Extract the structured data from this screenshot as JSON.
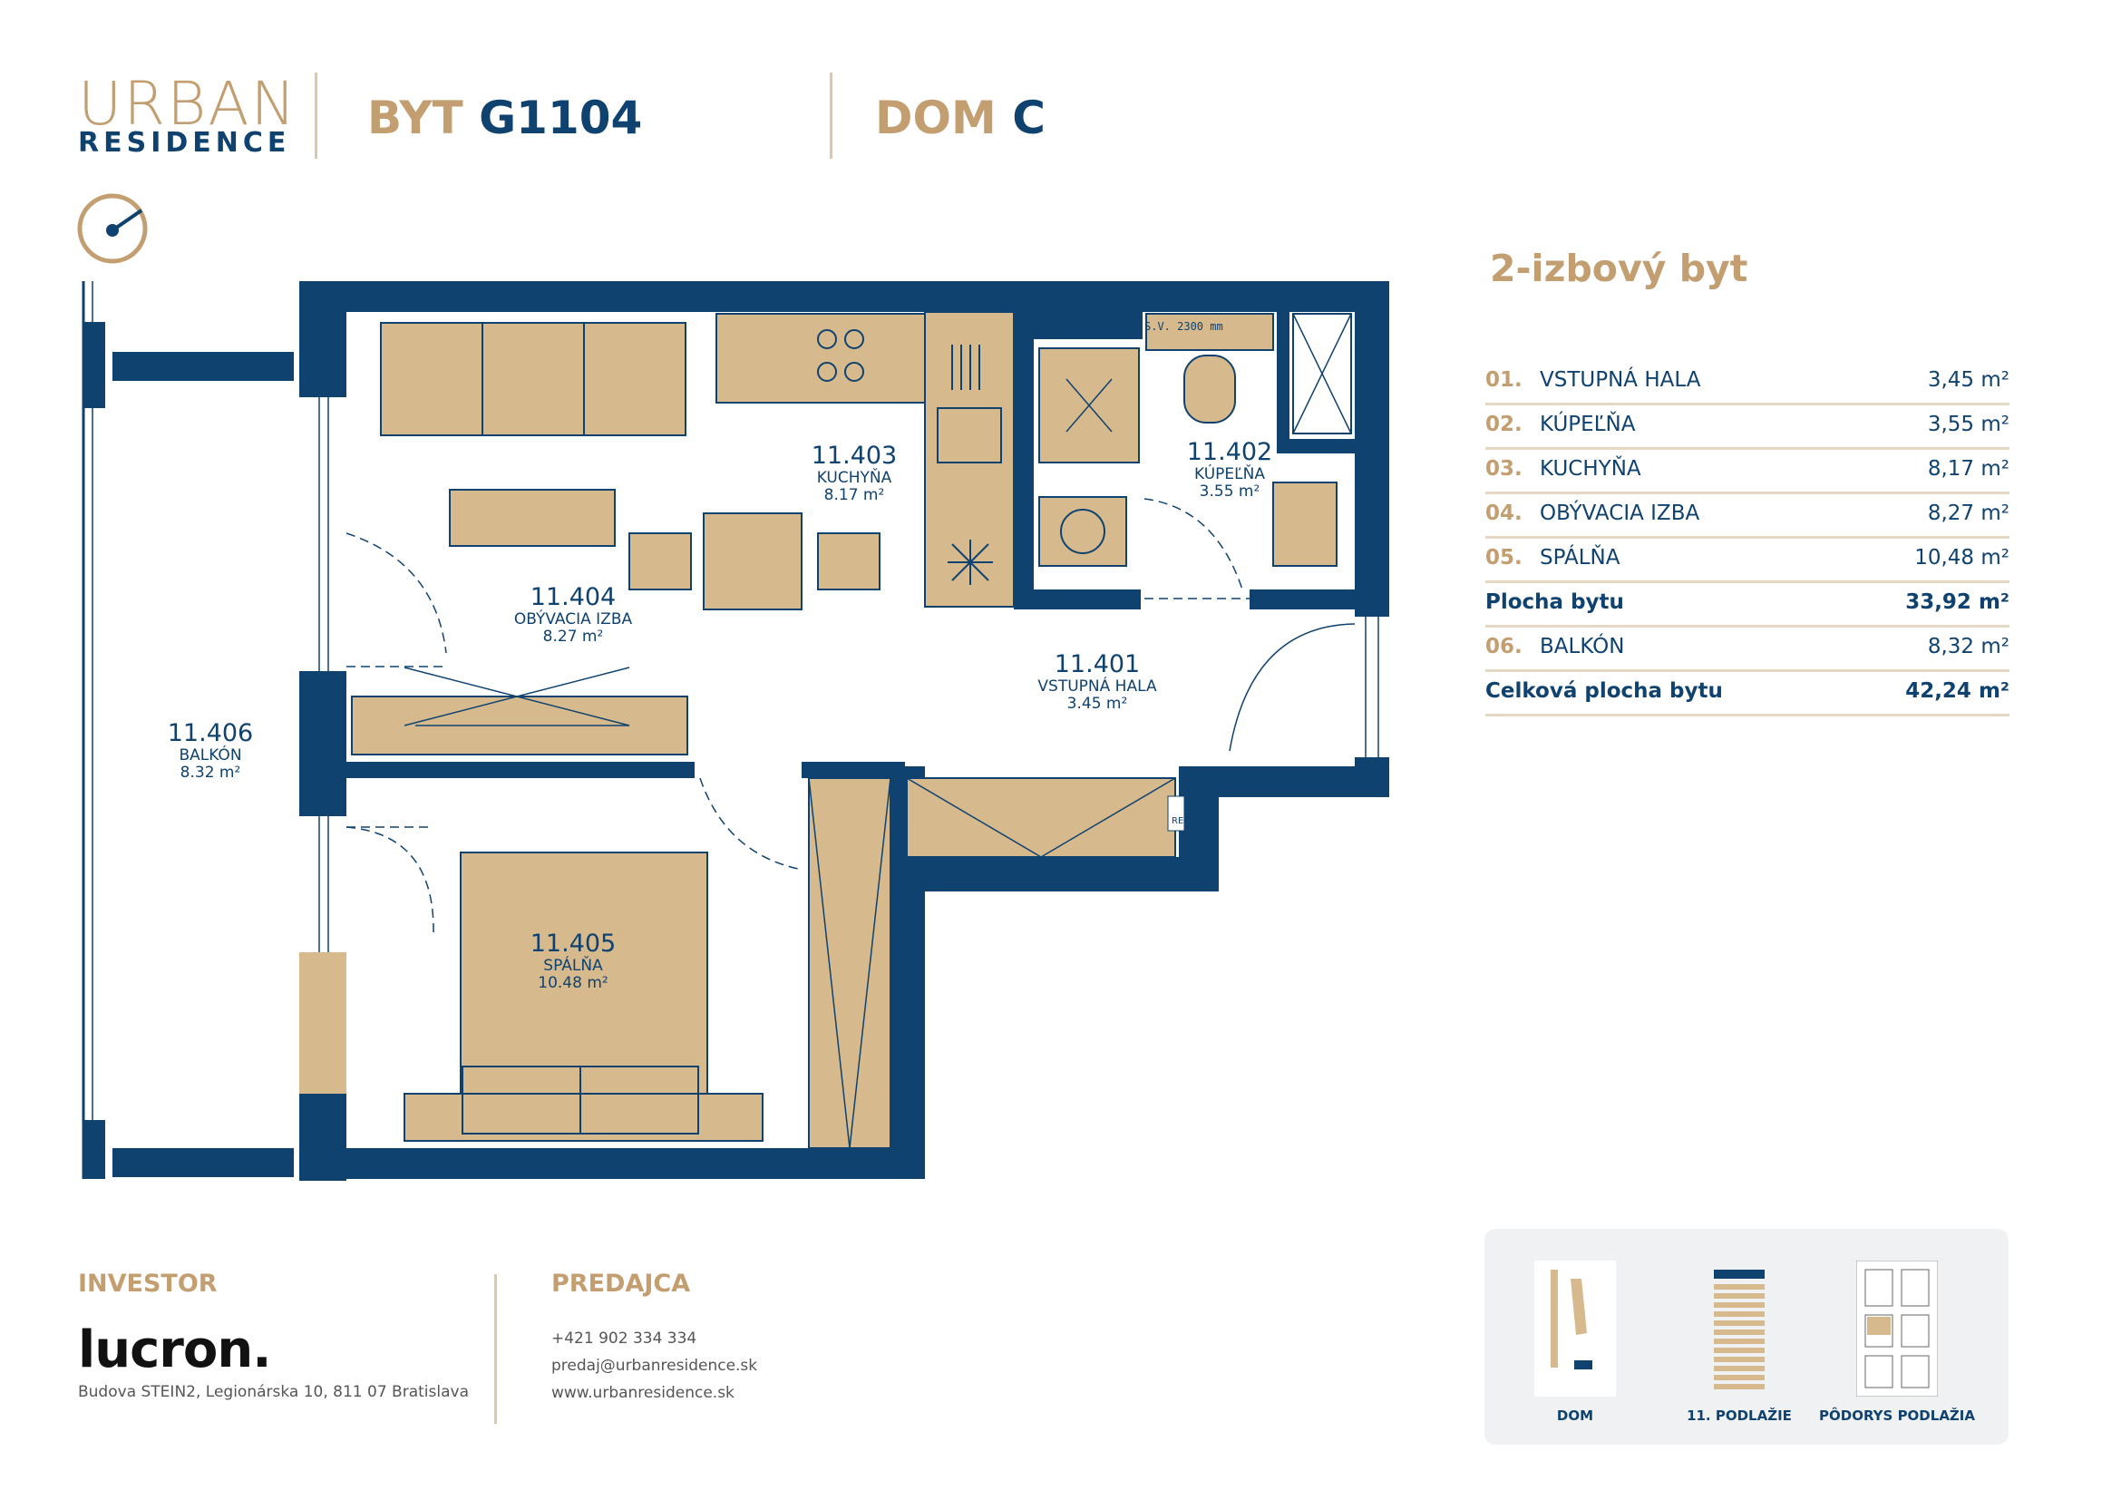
{
  "logo": {
    "line1": "URBAN",
    "line2": "RESIDENCE"
  },
  "header": {
    "byt_prefix": "BYT",
    "byt_code": "G1104",
    "dom_prefix": "DOM",
    "dom_code": "C"
  },
  "apartment_type": "2-izbový byt",
  "rooms": [
    {
      "no": "01.",
      "name": "VSTUPNÁ HALA",
      "area": "3,45  m²"
    },
    {
      "no": "02.",
      "name": "KÚPEĽŇA",
      "area": "3,55  m²"
    },
    {
      "no": "03.",
      "name": "KUCHYŇA",
      "area": "8,17  m²"
    },
    {
      "no": "04.",
      "name": "OBÝVACIA IZBA",
      "area": "8,27  m²"
    },
    {
      "no": "05.",
      "name": "SPÁLŇA",
      "area": "10,48  m²"
    }
  ],
  "plocha_bytu": {
    "label": "Plocha bytu",
    "area": "33,92  m²"
  },
  "balkon_row": {
    "no": "06.",
    "name": "BALKÓN",
    "area": "8,32  m²"
  },
  "celkova": {
    "label": "Celková plocha bytu",
    "area": "42,24  m²"
  },
  "plan": {
    "rooms": [
      {
        "code": "11.401",
        "name": "VSTUPNÁ HALA",
        "area": "3.45 m²"
      },
      {
        "code": "11.402",
        "name": "KÚPEĽŇA",
        "area": "3.55 m²"
      },
      {
        "code": "11.403",
        "name": "KUCHYŇA",
        "area": "8.17 m²"
      },
      {
        "code": "11.404",
        "name": "OBÝVACIA IZBA",
        "area": "8.27 m²"
      },
      {
        "code": "11.405",
        "name": "SPÁLŇA",
        "area": "10.48 m²"
      },
      {
        "code": "11.406",
        "name": "BALKÓN",
        "area": "8.32 m²"
      }
    ],
    "bath_note": "S.V. 2300 mm",
    "re_label": "RE"
  },
  "footer": {
    "investor_label": "INVESTOR",
    "investor_logo": "lucron.",
    "investor_address": "Budova STEIN2, Legionárska 10, 811 07 Bratislava",
    "predajca_label": "PREDAJCA",
    "phone": "+421 902 334 334",
    "email": "predaj@urbanresidence.sk",
    "web": "www.urbanresidence.sk"
  },
  "mini_maps": {
    "dom": "DOM",
    "podlazie": "11. PODLAŽIE",
    "podorys": "PÔDORYS PODLAŽIA"
  },
  "colors": {
    "navy": "#10426F",
    "gold": "#C29E70",
    "furniture": "#D6B98C"
  },
  "icons": [
    "compass-icon",
    "toilet-icon",
    "shower-icon",
    "sink-icon",
    "stove-icon"
  ]
}
